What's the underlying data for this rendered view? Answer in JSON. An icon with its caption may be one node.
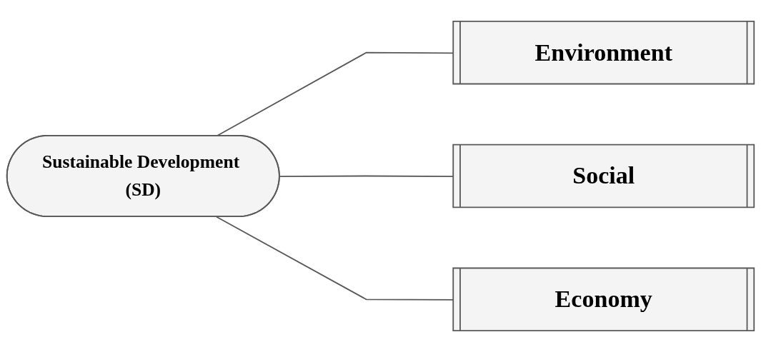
{
  "diagram": {
    "nodes": [
      {
        "text": [
          "Sustainable Development (SD)"
        ]
      },
      {
        "text": [
          "Environment"
        ]
      },
      {
        "text": [
          "Social"
        ]
      },
      {
        "text": [
          "Economy"
        ]
      }
    ],
    "edges": [
      {
        "from": 0,
        "to": 1,
        "arrow": "none"
      },
      {
        "from": 0,
        "to": 2,
        "arrow": "none"
      },
      {
        "from": 0,
        "to": 3,
        "arrow": "none"
      }
    ]
  }
}
